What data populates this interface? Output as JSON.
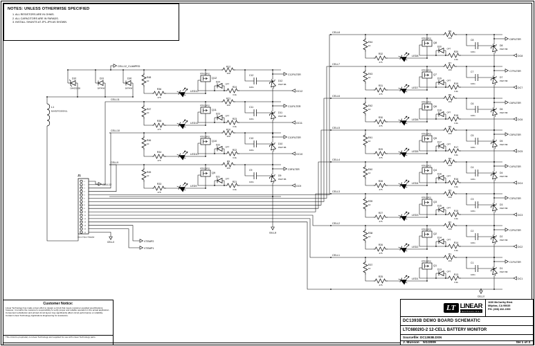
{
  "page": {
    "paper_color": "#ffffff",
    "ink_color": "#000000"
  },
  "notes": {
    "title": "NOTES:  UNLESS OTHERWISE SPECIFIED",
    "items": [
      "1.  ALL RESISTORS ARE IN OHMS.",
      "2.  ALL CAPACITORS ARE IN FARADS.",
      "3.  INSTALL SHUNTS AT JP1-JP9 AS SHOWN"
    ]
  },
  "parts": {
    "l1": {
      "ref": "L1",
      "value": "BLM31PG500SN1L"
    },
    "d32": {
      "ref": "D32",
      "value": "CMHZ5265B"
    },
    "d31": {
      "ref": "D31",
      "value": "BAT46W"
    },
    "d30": {
      "ref": "D30",
      "value": "BAT46W"
    },
    "j1": {
      "ref": "J1",
      "value": "2mm Horz Header",
      "pins": 16
    }
  },
  "nets": {
    "cell12_clamped": "CELL12_CLAMPED",
    "cell12": "CELL12",
    "cell0_left": "CELL0",
    "cell8_bottom": "CELL8",
    "vtemp2": "VTEMP2",
    "vtemp1": "VTEMP1",
    "cell0_right": "CELL0"
  },
  "cells": [
    {
      "n": 12,
      "col": "left",
      "bus_label": "",
      "led": "LED12",
      "r_bias_ref": "R48",
      "r_bias_val": "10",
      "r_led_ref": "R36",
      "r_led_val": "475",
      "q_ref": "Q12",
      "q_val": "RTR020P02",
      "d_opt_ref": "D24",
      "d_opt_val": "OPT",
      "r_top_ref": "R12",
      "r_top_val": "100",
      "cap_ref": "C12",
      "cap_val": "100n",
      "r_mid_ref": "R24",
      "r_mid_val": "3.3k",
      "d_zen_ref": "D12",
      "d_zen_val": "PDZ7.5B",
      "out_filter": "C12FILTER",
      "out_dc": "DC12"
    },
    {
      "n": 11,
      "col": "left",
      "bus_label": "CELL11",
      "led": "LED11",
      "r_bias_ref": "R47",
      "r_bias_val": "10",
      "r_led_ref": "R35",
      "r_led_val": "475",
      "q_ref": "Q11",
      "q_val": "RTR020P02",
      "d_opt_ref": "D23",
      "d_opt_val": "OPT",
      "r_top_ref": "R11",
      "r_top_val": "100",
      "cap_ref": "C11",
      "cap_val": "100n",
      "r_mid_ref": "R23",
      "r_mid_val": "3.3k",
      "d_zen_ref": "D11",
      "d_zen_val": "PDZ7.5B",
      "out_filter": "C11FILTER",
      "out_dc": "DC11"
    },
    {
      "n": 10,
      "col": "left",
      "bus_label": "CELL10",
      "led": "LED10",
      "r_bias_ref": "R46",
      "r_bias_val": "10",
      "r_led_ref": "R34",
      "r_led_val": "475",
      "q_ref": "Q10",
      "q_val": "RTR020P02",
      "d_opt_ref": "D22",
      "d_opt_val": "OPT",
      "r_top_ref": "R10",
      "r_top_val": "100",
      "cap_ref": "C10",
      "cap_val": "100n",
      "r_mid_ref": "R22",
      "r_mid_val": "3.3k",
      "d_zen_ref": "D10",
      "d_zen_val": "PDZ7.5B",
      "out_filter": "C10FILTER",
      "out_dc": "DC10"
    },
    {
      "n": 9,
      "col": "left",
      "bus_label": "CELL9",
      "led": "LED9",
      "r_bias_ref": "R45",
      "r_bias_val": "10",
      "r_led_ref": "R33",
      "r_led_val": "475",
      "q_ref": "Q9",
      "q_val": "RTR020P02",
      "d_opt_ref": "D21",
      "d_opt_val": "OPT",
      "r_top_ref": "R9",
      "r_top_val": "100",
      "cap_ref": "C9",
      "cap_val": "100n",
      "r_mid_ref": "R21",
      "r_mid_val": "3.3k",
      "d_zen_ref": "D9",
      "d_zen_val": "PDZ7.5B",
      "out_filter": "C9FILTER",
      "out_dc": "DC9"
    },
    {
      "n": 8,
      "col": "right",
      "bus_label": "CELL8",
      "led": "LED8",
      "r_bias_ref": "R44",
      "r_bias_val": "10",
      "r_led_ref": "R32",
      "r_led_val": "475",
      "q_ref": "Q8",
      "q_val": "RTR020P02",
      "d_opt_ref": "D20",
      "d_opt_val": "OPT",
      "r_top_ref": "R8",
      "r_top_val": "100",
      "cap_ref": "C8",
      "cap_val": "100n",
      "r_mid_ref": "R20",
      "r_mid_val": "3.3k",
      "d_zen_ref": "D8",
      "d_zen_val": "PDZ7.5B",
      "out_filter": "C8FILTER",
      "out_dc": "DC8"
    },
    {
      "n": 7,
      "col": "right",
      "bus_label": "CELL7",
      "led": "LED7",
      "r_bias_ref": "R43",
      "r_bias_val": "10",
      "r_led_ref": "R31",
      "r_led_val": "475",
      "q_ref": "Q7",
      "q_val": "RTR020P02",
      "d_opt_ref": "D19",
      "d_opt_val": "OPT",
      "r_top_ref": "R7",
      "r_top_val": "100",
      "cap_ref": "C7",
      "cap_val": "100n",
      "r_mid_ref": "R19",
      "r_mid_val": "3.3k",
      "d_zen_ref": "D7",
      "d_zen_val": "PDZ7.5B",
      "out_filter": "C7FILTER",
      "out_dc": "DC7"
    },
    {
      "n": 6,
      "col": "right",
      "bus_label": "CELL6",
      "led": "LED6",
      "r_bias_ref": "R42",
      "r_bias_val": "10",
      "r_led_ref": "R30",
      "r_led_val": "475",
      "q_ref": "Q6",
      "q_val": "RTR020P02",
      "d_opt_ref": "D18",
      "d_opt_val": "OPT",
      "r_top_ref": "R6",
      "r_top_val": "100",
      "cap_ref": "C6",
      "cap_val": "100n",
      "r_mid_ref": "R18",
      "r_mid_val": "3.3k",
      "d_zen_ref": "D6",
      "d_zen_val": "PDZ7.5B",
      "out_filter": "C6FILTER",
      "out_dc": "DC6"
    },
    {
      "n": 5,
      "col": "right",
      "bus_label": "CELL5",
      "led": "LED5",
      "r_bias_ref": "R41",
      "r_bias_val": "10",
      "r_led_ref": "R29",
      "r_led_val": "475",
      "q_ref": "Q5",
      "q_val": "RTR020P02",
      "d_opt_ref": "D17",
      "d_opt_val": "OPT",
      "r_top_ref": "R5",
      "r_top_val": "100",
      "cap_ref": "C5",
      "cap_val": "100n",
      "r_mid_ref": "R17",
      "r_mid_val": "3.3k",
      "d_zen_ref": "D5",
      "d_zen_val": "PDZ7.5B",
      "out_filter": "C5FILTER",
      "out_dc": "DC5"
    },
    {
      "n": 4,
      "col": "right",
      "bus_label": "CELL4",
      "led": "LED4",
      "r_bias_ref": "R40",
      "r_bias_val": "10",
      "r_led_ref": "R28",
      "r_led_val": "475",
      "q_ref": "Q4",
      "q_val": "RTR020P02",
      "d_opt_ref": "D16",
      "d_opt_val": "OPT",
      "r_top_ref": "R4",
      "r_top_val": "100",
      "cap_ref": "C4",
      "cap_val": "100n",
      "r_mid_ref": "R16",
      "r_mid_val": "3.3k",
      "d_zen_ref": "D4",
      "d_zen_val": "PDZ7.5B",
      "out_filter": "C4FILTER",
      "out_dc": "DC4"
    },
    {
      "n": 3,
      "col": "right",
      "bus_label": "CELL3",
      "led": "LED3",
      "r_bias_ref": "R39",
      "r_bias_val": "10",
      "r_led_ref": "R27",
      "r_led_val": "475",
      "q_ref": "Q3",
      "q_val": "RTR020P02",
      "d_opt_ref": "D15",
      "d_opt_val": "OPT",
      "r_top_ref": "R3",
      "r_top_val": "100",
      "cap_ref": "C3",
      "cap_val": "100n",
      "r_mid_ref": "R15",
      "r_mid_val": "3.3k",
      "d_zen_ref": "D3",
      "d_zen_val": "PDZ7.5B",
      "out_filter": "C3FILTER",
      "out_dc": "DC3"
    },
    {
      "n": 2,
      "col": "right",
      "bus_label": "CELL2",
      "led": "LED2",
      "r_bias_ref": "R38",
      "r_bias_val": "10",
      "r_led_ref": "R26",
      "r_led_val": "475",
      "q_ref": "Q2",
      "q_val": "RTR020P02",
      "d_opt_ref": "D14",
      "d_opt_val": "OPT",
      "r_top_ref": "R2",
      "r_top_val": "100",
      "cap_ref": "C2",
      "cap_val": "100n",
      "r_mid_ref": "R14",
      "r_mid_val": "3.3k",
      "d_zen_ref": "D2",
      "d_zen_val": "PDZ7.5B",
      "out_filter": "C2FILTER",
      "out_dc": "DC2"
    },
    {
      "n": 1,
      "col": "right",
      "bus_label": "CELL1",
      "led": "LED1",
      "r_bias_ref": "R37",
      "r_bias_val": "10",
      "r_led_ref": "R25",
      "r_led_val": "475",
      "q_ref": "Q1",
      "q_val": "RTR020P02",
      "d_opt_ref": "D13",
      "d_opt_val": "OPT",
      "r_top_ref": "R1",
      "r_top_val": "100",
      "cap_ref": "C1",
      "cap_val": "100n",
      "r_mid_ref": "R13",
      "r_mid_val": "3.3k",
      "d_zen_ref": "D1",
      "d_zen_val": "PDZ7.5B",
      "out_filter": "C1FILTER",
      "out_dc": "DC1"
    }
  ],
  "customer_notice": {
    "title": "Customer Notice:",
    "body": "Linear Technology has made a best effort to design a circuit that meets customer-supplied specifications; however, it remains the customer's responsibility to verify proper and reliable operation in the actual application.  Component substitution and printed circuit layout may significantly affect circuit performance or reliability.  Contact Linear Technology Applications Engineering for assistance.",
    "footer": "This circuit is proprietary to Linear Technology and supplied for use with Linear Technology parts."
  },
  "title_block": {
    "logo_lt": "LT",
    "logo_linear": "LINEAR",
    "logo_technology": "TECHNOLOGY",
    "address1": "1630 McCarthy Blvd.",
    "address2": "Milpitas, CA 95035",
    "address3": "PH: (408) 432-1900",
    "row1": "DC1393B DEMO BOARD SCHEMATIC",
    "row2": "LTC6802IG-2  12-CELL BATTERY MONITOR",
    "row3": "Sourcefile: DC1393B.DSN",
    "author": "J. Munson",
    "date": "5/1/2009",
    "sheet": "SH 1  of 3"
  }
}
